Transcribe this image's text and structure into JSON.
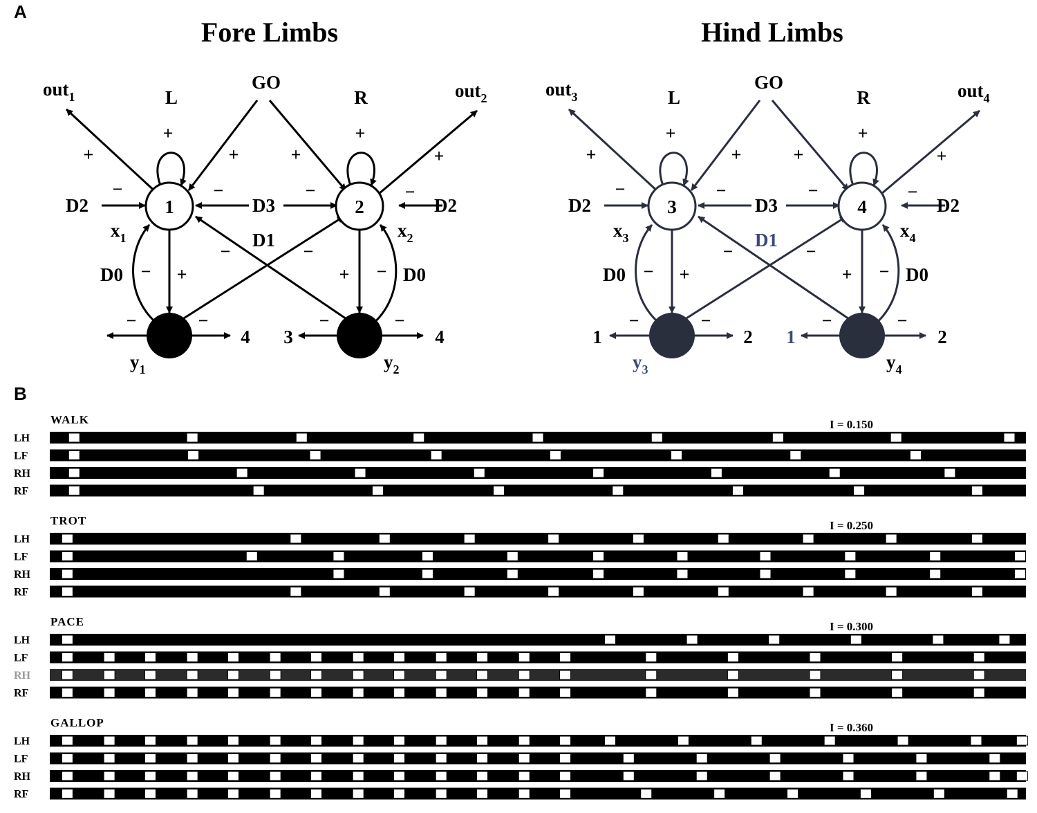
{
  "panel_a": {
    "letter": "A",
    "diagrams": [
      {
        "title": "Fore Limbs",
        "go": "GO",
        "left_side": "L",
        "right_side": "R",
        "cell_left": "1",
        "cell_right": "2",
        "out_left": "out",
        "out_left_sub": "1",
        "out_right": "out",
        "out_right_sub": "2",
        "x_left": "x",
        "x_left_sub": "1",
        "x_right": "x",
        "x_right_sub": "2",
        "y_left": "y",
        "y_left_sub": "1",
        "y_right": "y",
        "y_right_sub": "2",
        "d0": "D0",
        "d1": "D1",
        "d2": "D2",
        "d3": "D3",
        "left_y_out_left": "",
        "left_y_out_right": "4",
        "right_y_out_left": "3",
        "right_y_out_right": "4",
        "plus": "+",
        "minus": "−",
        "color": "#000000"
      },
      {
        "title": "Hind Limbs",
        "go": "GO",
        "left_side": "L",
        "right_side": "R",
        "cell_left": "3",
        "cell_right": "4",
        "out_left": "out",
        "out_left_sub": "3",
        "out_right": "out",
        "out_right_sub": "4",
        "x_left": "x",
        "x_left_sub": "3",
        "x_right": "x",
        "x_right_sub": "4",
        "y_left": "y",
        "y_left_sub": "3",
        "y_right": "y",
        "y_right_sub": "4",
        "d0": "D0",
        "d1": "D1",
        "d2": "D2",
        "d3": "D3",
        "left_y_out_left": "1",
        "left_y_out_right": "2",
        "right_y_out_left": "1",
        "right_y_out_right": "2",
        "plus": "+",
        "minus": "−",
        "color": "#2a2f3e"
      }
    ]
  },
  "panel_b": {
    "letter": "B",
    "gaits": [
      {
        "name": "WALK",
        "param": "I = 0.150",
        "rows": [
          {
            "limb": "LH",
            "gaps": [
              0.025,
              0.146,
              0.258,
              0.378,
              0.5,
              0.622,
              0.746,
              0.867,
              0.983
            ]
          },
          {
            "limb": "LF",
            "gaps": [
              0.025,
              0.147,
              0.272,
              0.396,
              0.518,
              0.642,
              0.764,
              0.887
            ]
          },
          {
            "limb": "RH",
            "gaps": [
              0.025,
              0.197,
              0.318,
              0.44,
              0.562,
              0.683,
              0.804,
              0.922
            ]
          },
          {
            "limb": "RF",
            "gaps": [
              0.025,
              0.214,
              0.336,
              0.46,
              0.582,
              0.705,
              0.829,
              0.95
            ]
          }
        ]
      },
      {
        "name": "TROT",
        "param": "I = 0.250",
        "rows": [
          {
            "limb": "LH",
            "gaps": [
              0.018,
              0.252,
              0.343,
              0.43,
              0.516,
              0.603,
              0.69,
              0.777,
              0.862,
              0.95
            ]
          },
          {
            "limb": "LF",
            "gaps": [
              0.018,
              0.207,
              0.296,
              0.387,
              0.474,
              0.562,
              0.648,
              0.733,
              0.82,
              0.907,
              0.994
            ]
          },
          {
            "limb": "RH",
            "gaps": [
              0.018,
              0.296,
              0.387,
              0.474,
              0.562,
              0.648,
              0.733,
              0.82,
              0.907,
              0.994
            ]
          },
          {
            "limb": "RF",
            "gaps": [
              0.018,
              0.252,
              0.343,
              0.43,
              0.516,
              0.603,
              0.69,
              0.777,
              0.862,
              0.95
            ]
          }
        ]
      },
      {
        "name": "PACE",
        "param": "I = 0.300",
        "rows": [
          {
            "limb": "LH",
            "gaps": [
              0.018,
              0.574,
              0.658,
              0.742,
              0.826,
              0.91,
              0.978
            ]
          },
          {
            "limb": "LF",
            "gaps": [
              0.018,
              0.061,
              0.103,
              0.146,
              0.188,
              0.231,
              0.273,
              0.316,
              0.358,
              0.401,
              0.443,
              0.486,
              0.528,
              0.616,
              0.7,
              0.784,
              0.868,
              0.952
            ]
          },
          {
            "limb": "RH",
            "gaps": [
              0.018,
              0.061,
              0.103,
              0.146,
              0.188,
              0.231,
              0.273,
              0.316,
              0.358,
              0.401,
              0.443,
              0.486,
              0.528,
              0.616,
              0.7,
              0.784,
              0.868,
              0.952
            ]
          },
          {
            "limb": "RF",
            "gaps": [
              0.018,
              0.061,
              0.103,
              0.146,
              0.188,
              0.231,
              0.273,
              0.316,
              0.358,
              0.401,
              0.443,
              0.486,
              0.528,
              0.616,
              0.7,
              0.784,
              0.868,
              0.952
            ]
          }
        ]
      },
      {
        "name": "GALLOP",
        "param": "I = 0.360",
        "rows": [
          {
            "limb": "LH",
            "gaps": [
              0.018,
              0.061,
              0.103,
              0.146,
              0.188,
              0.231,
              0.273,
              0.316,
              0.358,
              0.401,
              0.443,
              0.486,
              0.528,
              0.574,
              0.649,
              0.724,
              0.799,
              0.874,
              0.949,
              0.996
            ]
          },
          {
            "limb": "LF",
            "gaps": [
              0.018,
              0.061,
              0.103,
              0.146,
              0.188,
              0.231,
              0.273,
              0.316,
              0.358,
              0.401,
              0.443,
              0.486,
              0.528,
              0.593,
              0.668,
              0.743,
              0.818,
              0.893,
              0.968
            ]
          },
          {
            "limb": "RH",
            "gaps": [
              0.018,
              0.061,
              0.103,
              0.146,
              0.188,
              0.231,
              0.273,
              0.316,
              0.358,
              0.401,
              0.443,
              0.486,
              0.528,
              0.593,
              0.668,
              0.743,
              0.818,
              0.893,
              0.968,
              0.996
            ]
          },
          {
            "limb": "RF",
            "gaps": [
              0.018,
              0.061,
              0.103,
              0.146,
              0.188,
              0.231,
              0.273,
              0.316,
              0.358,
              0.401,
              0.443,
              0.486,
              0.528,
              0.611,
              0.686,
              0.761,
              0.836,
              0.911,
              0.986
            ]
          }
        ]
      }
    ]
  }
}
